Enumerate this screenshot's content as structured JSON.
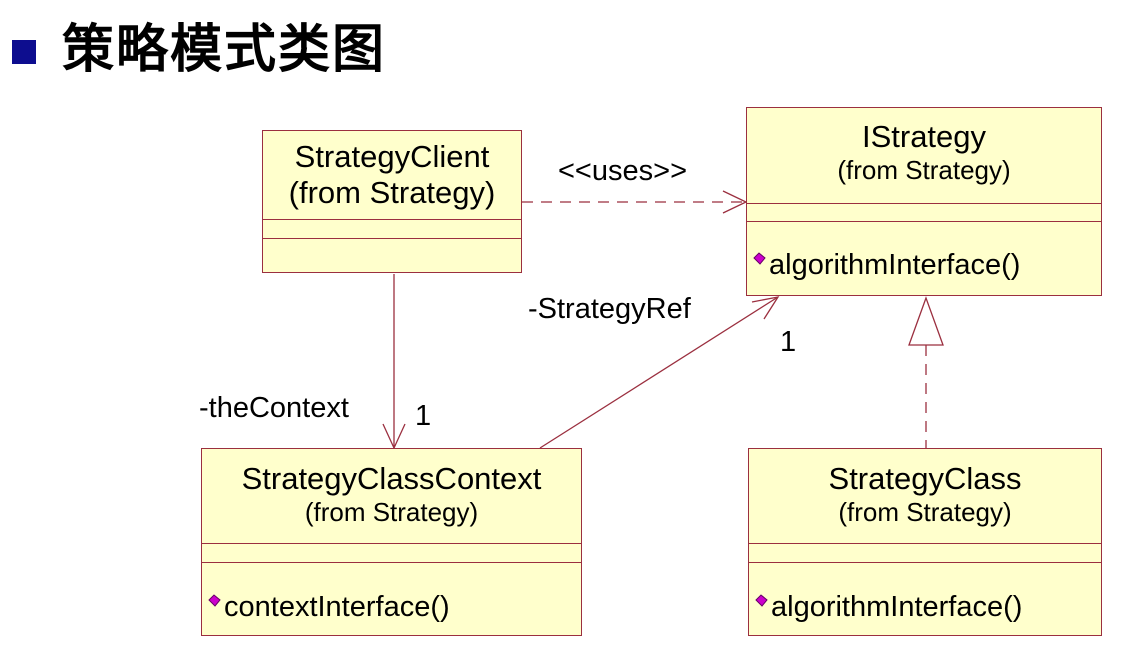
{
  "page": {
    "title": "策略模式类图",
    "bullet_color": "#0d0d8f"
  },
  "colors": {
    "class_fill": "#ffffcc",
    "class_border": "#9b2f3f",
    "line": "#9b2f3f",
    "method_icon": "#cc00cc"
  },
  "classes": {
    "strategy_client": {
      "name": "StrategyClient",
      "package": "(from Strategy)"
    },
    "istrategy": {
      "name": "IStrategy",
      "package": "(from Strategy)",
      "operation": "algorithmInterface()",
      "operation_icon": "method-icon"
    },
    "strategy_class_context": {
      "name": "StrategyClassContext",
      "package": "(from Strategy)",
      "operation": "contextInterface()",
      "operation_icon": "method-icon"
    },
    "strategy_class": {
      "name": "StrategyClass",
      "package": "(from Strategy)",
      "operation": "algorithmInterface()",
      "operation_icon": "method-icon"
    }
  },
  "relations": {
    "uses": {
      "label": "<<uses>>",
      "kind": "dependency"
    },
    "the_context": {
      "role": "-theContext",
      "multiplicity": "1",
      "kind": "association"
    },
    "strategy_ref": {
      "role": "-StrategyRef",
      "multiplicity": "1",
      "kind": "association"
    },
    "realization": {
      "kind": "realization"
    }
  }
}
